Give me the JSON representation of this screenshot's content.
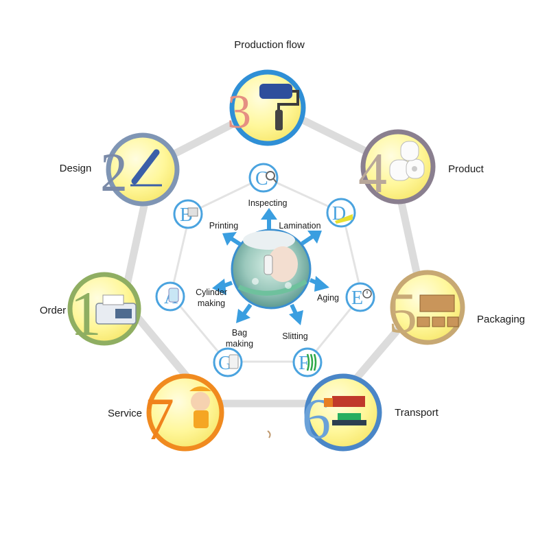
{
  "outer_steps": [
    {
      "num": "1",
      "label": "Order",
      "icon": "fax-machine-icon",
      "ring_color": "#8fae62",
      "num_color": "#8fae62"
    },
    {
      "num": "2",
      "label": "Design",
      "icon": "pen-icon",
      "ring_color": "#7f95b4",
      "num_color": "#7a8aa8"
    },
    {
      "num": "3",
      "label": "Production flow",
      "icon": "paint-roller-icon",
      "ring_color": "#2f8fd6",
      "num_color": "#e58f82"
    },
    {
      "num": "4",
      "label": "Product",
      "icon": "paper-rolls-icon",
      "ring_color": "#8a7f8f",
      "num_color": "#b8a79a"
    },
    {
      "num": "5",
      "label": "Packaging",
      "icon": "cardboard-boxes-icon",
      "ring_color": "#c7a873",
      "num_color": "#c9ab77"
    },
    {
      "num": "6",
      "label": "Transport",
      "icon": "truck-and-ship-icon",
      "ring_color": "#4a86c7",
      "num_color": "#6aa1d8"
    },
    {
      "num": "7",
      "label": "Service",
      "icon": "worker-mascot-icon",
      "ring_color": "#f08a1f",
      "num_color": "#f0821c"
    }
  ],
  "inner_steps": [
    {
      "letter": "A",
      "label": "Cylinder making",
      "icon": "cylinder-icon"
    },
    {
      "letter": "B",
      "label": "Printing",
      "icon": "printer-icon"
    },
    {
      "letter": "C",
      "label": "Inspecting",
      "icon": "magnifier-icon"
    },
    {
      "letter": "D",
      "label": "Lamination",
      "icon": "lamination-icon"
    },
    {
      "letter": "E",
      "label": "Aging",
      "icon": "alarm-clock-icon"
    },
    {
      "letter": "F",
      "label": "Slitting",
      "icon": "slitting-icon"
    },
    {
      "letter": "G",
      "label": "Bag making",
      "icon": "bag-icon"
    }
  ],
  "colors": {
    "outer_track": "#dcdcdc",
    "inner_track": "#e3e3e3",
    "yellow_fill": "#fff79a",
    "inner_ring": "#4aa3df",
    "arrow": "#3a9ee0"
  }
}
